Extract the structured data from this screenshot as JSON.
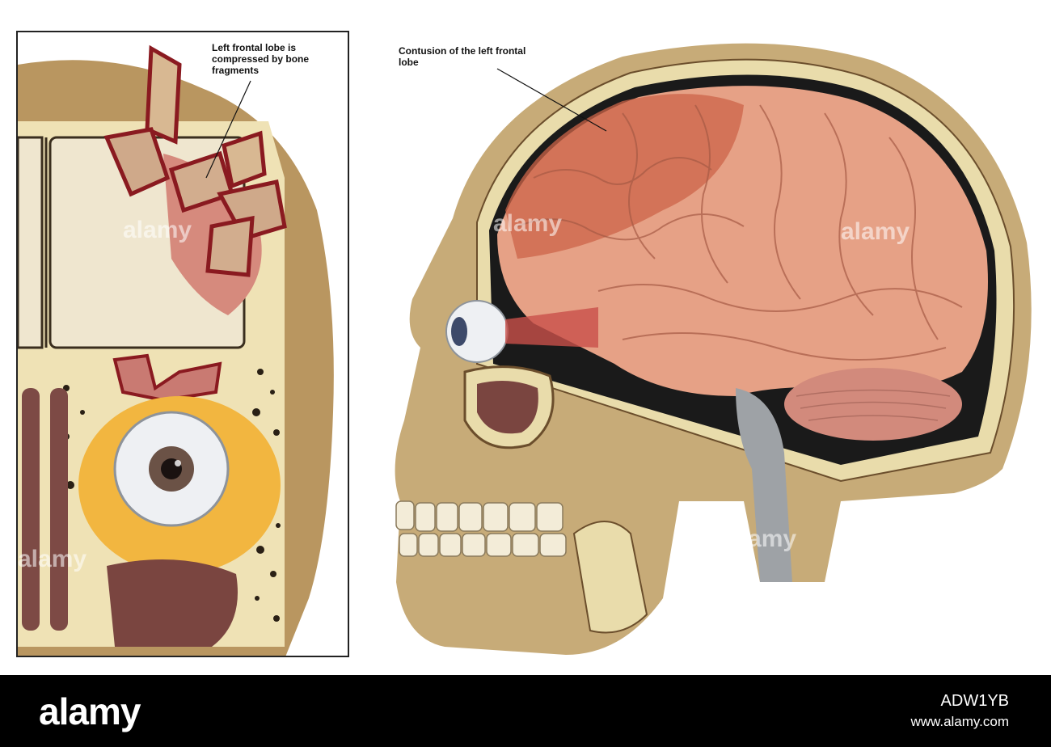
{
  "annotations": {
    "left_panel_label": "Left frontal lobe is compressed by bone fragments",
    "right_panel_label": "Contusion of the left frontal lobe"
  },
  "footer": {
    "brand": "alamy",
    "image_id": "ADW1YB",
    "url": "www.alamy.com"
  },
  "watermark": {
    "text": "alamy"
  },
  "colors": {
    "bone": "#e7d9a8",
    "skull_outer": "#b8905c",
    "brain": "#e59f84",
    "brain_contusion": "#d0694e",
    "bone_fracture": "#9b1d23",
    "orbital_fat": "#f0b33d",
    "footer_bg": "#000000"
  }
}
